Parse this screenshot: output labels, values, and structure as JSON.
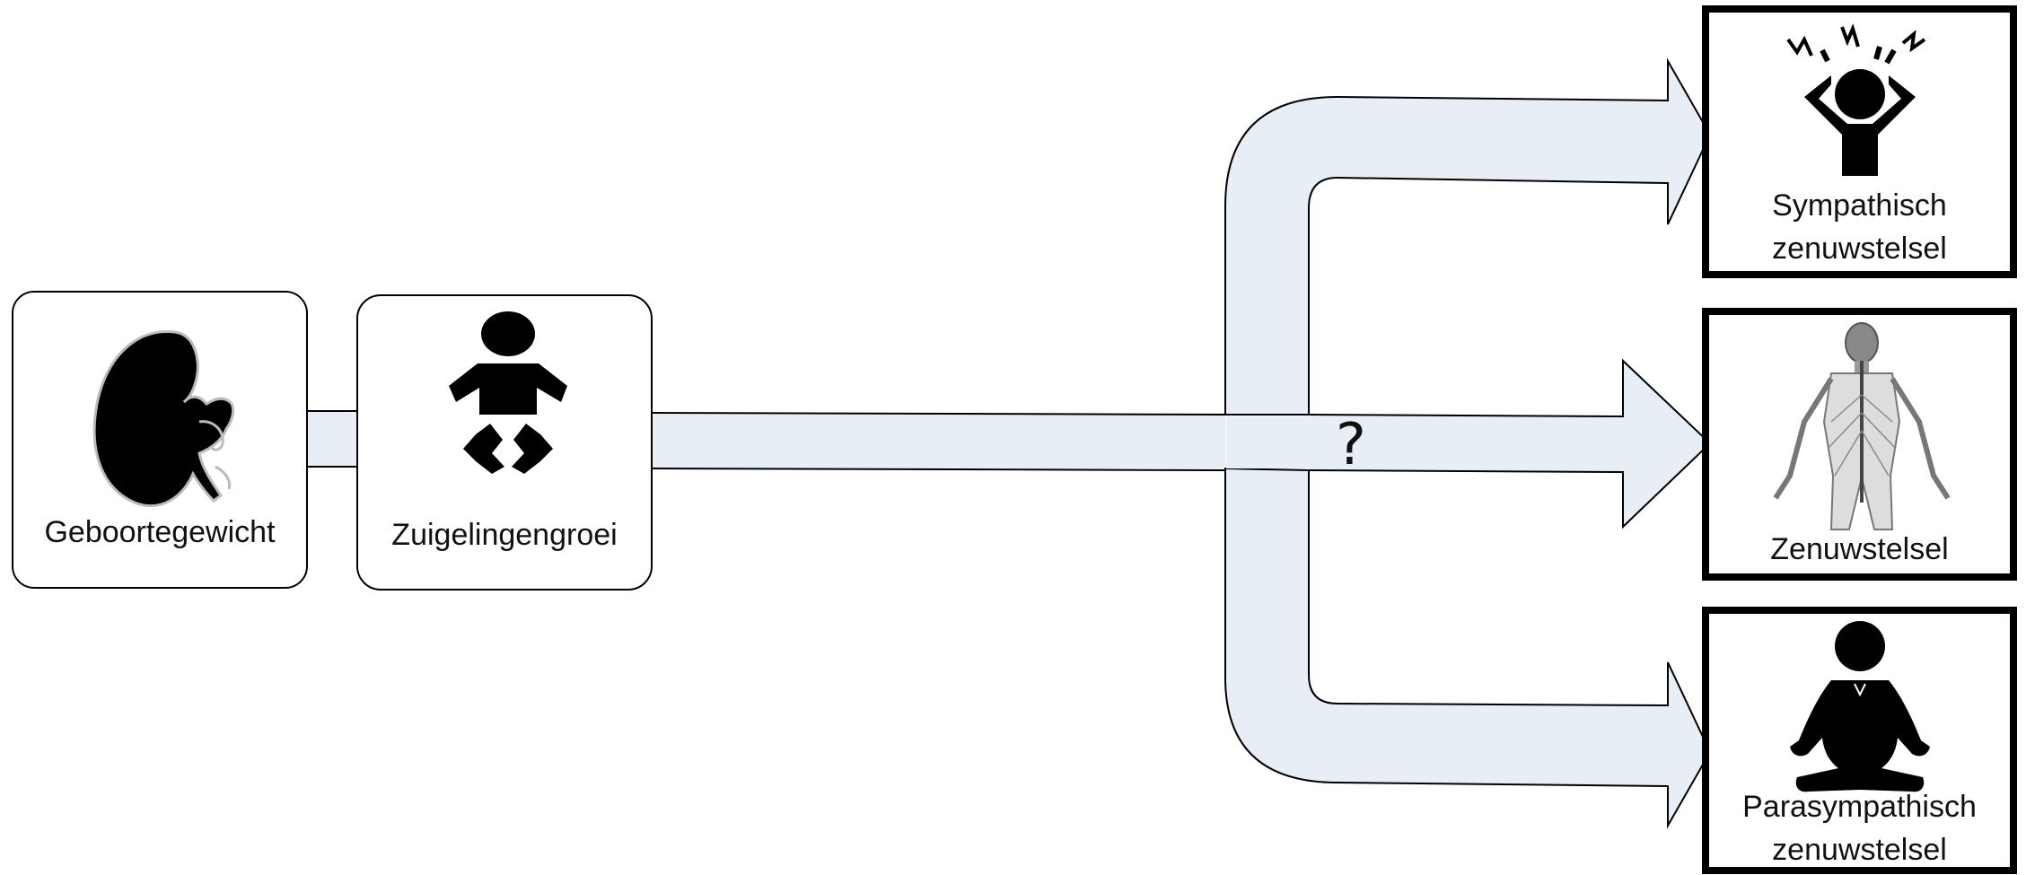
{
  "nodes": {
    "birth_weight": {
      "label": "Geboortegewicht",
      "icon": "fetus-icon"
    },
    "infant_growth": {
      "label": "Zuigelingengroei",
      "icon": "baby-icon"
    }
  },
  "outcomes": {
    "sympathetic": {
      "line1": "Sympathisch",
      "line2": "zenuwstelsel",
      "icon": "stressed-person-icon"
    },
    "nervous_system": {
      "label": "Zenuwstelsel",
      "icon": "nervous-system-icon"
    },
    "parasympathetic": {
      "line1": "Parasympathisch",
      "line2": "zenuwstelsel",
      "icon": "meditating-person-icon"
    }
  },
  "question_mark": "?",
  "colors": {
    "arrow_fill": "#e8eef6",
    "stroke": "#000000",
    "icon": "#000000"
  }
}
